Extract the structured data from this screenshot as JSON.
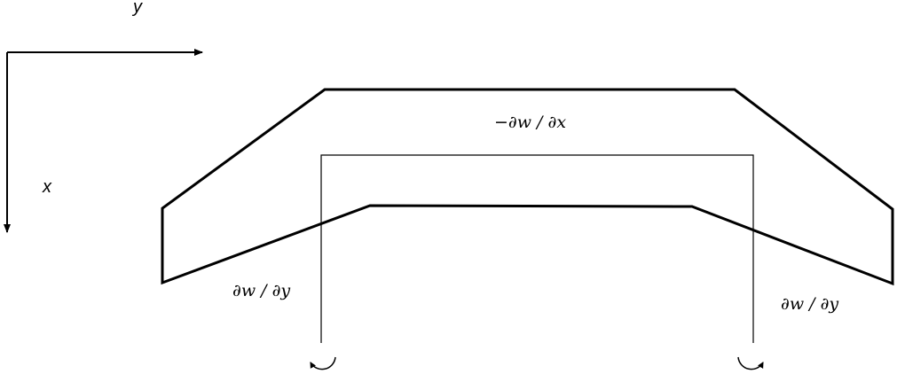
{
  "axes": {
    "y_label": "y",
    "x_label": "x"
  },
  "labels": {
    "top_slope": "−∂w / ∂x",
    "left_slope": "∂w / ∂y",
    "right_slope": "∂w / ∂y"
  },
  "colors": {
    "stroke": "#000000",
    "background": "#ffffff"
  }
}
